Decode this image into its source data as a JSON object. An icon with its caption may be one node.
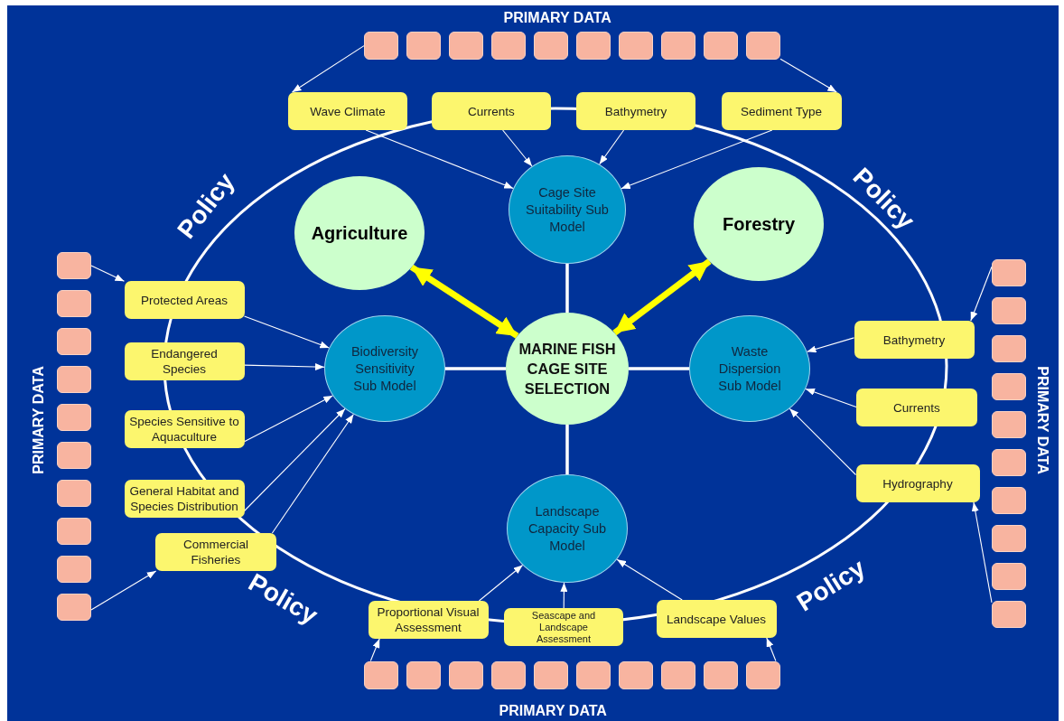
{
  "diagram": {
    "nodes": [
      {
        "text": [
          "MARINE FISH CAGE SITE SELECTION"
        ]
      },
      {
        "text": [
          "Cage Site Suitability Sub Model"
        ]
      },
      {
        "text": [
          "Agriculture"
        ]
      },
      {
        "text": [
          "Forestry"
        ]
      },
      {
        "text": [
          "Biodiversity Sensitivity Sub Model"
        ]
      },
      {
        "text": [
          "Waste Dispersion Sub Model"
        ]
      },
      {
        "text": [
          "Landscape Capacity Sub Model"
        ]
      },
      {
        "text": [
          "Wave Climate"
        ]
      },
      {
        "text": [
          "Currents"
        ]
      },
      {
        "text": [
          "Bathymetry"
        ]
      },
      {
        "text": [
          "Sediment Type"
        ]
      },
      {
        "text": [
          "Protected Areas"
        ]
      },
      {
        "text": [
          "Endangered Species"
        ]
      },
      {
        "text": [
          "Species Sensitive to Aquaculture"
        ]
      },
      {
        "text": [
          "General Habitat and Species Distribution"
        ]
      },
      {
        "text": [
          "Commercial Fisheries"
        ]
      },
      {
        "text": [
          "Proportional Visual Assessment"
        ]
      },
      {
        "text": [
          "Seascape and Landscape Assessment"
        ]
      },
      {
        "text": [
          "Landscape Values"
        ]
      },
      {
        "text": [
          "Bathymetry"
        ]
      },
      {
        "text": [
          "Currents"
        ]
      },
      {
        "text": [
          "Hydrography"
        ]
      },
      {
        "text": [],
        "shape": "box"
      },
      {
        "text": [],
        "shape": "box"
      },
      {
        "text": [],
        "shape": "box"
      },
      {
        "text": [],
        "shape": "box"
      },
      {
        "text": [],
        "shape": "box"
      },
      {
        "text": [],
        "shape": "box"
      },
      {
        "text": [],
        "shape": "box"
      },
      {
        "text": [],
        "shape": "box"
      },
      {
        "text": [],
        "shape": "box"
      },
      {
        "text": [],
        "shape": "box"
      },
      {
        "text": [],
        "shape": "box"
      },
      {
        "text": [],
        "shape": "box"
      },
      {
        "text": [],
        "shape": "box"
      },
      {
        "text": [],
        "shape": "box"
      },
      {
        "text": [],
        "shape": "box"
      },
      {
        "text": [],
        "shape": "box"
      },
      {
        "text": [],
        "shape": "box"
      },
      {
        "text": [],
        "shape": "box"
      },
      {
        "text": [],
        "shape": "box"
      },
      {
        "text": [],
        "shape": "box"
      },
      {
        "text": [],
        "shape": "box"
      },
      {
        "text": [],
        "shape": "box"
      },
      {
        "text": [],
        "shape": "box"
      },
      {
        "text": [],
        "shape": "box"
      },
      {
        "text": [],
        "shape": "box"
      },
      {
        "text": [],
        "shape": "box"
      },
      {
        "text": [],
        "shape": "box"
      },
      {
        "text": [],
        "shape": "box"
      },
      {
        "text": [],
        "shape": "box"
      },
      {
        "text": [],
        "shape": "box"
      },
      {
        "text": [],
        "shape": "box"
      },
      {
        "text": [],
        "shape": "box"
      },
      {
        "text": [],
        "shape": "box"
      },
      {
        "text": [],
        "shape": "box"
      },
      {
        "text": [],
        "shape": "box"
      },
      {
        "text": [],
        "shape": "box"
      },
      {
        "text": [],
        "shape": "box"
      },
      {
        "text": [],
        "shape": "box"
      },
      {
        "text": [],
        "shape": "box"
      },
      {
        "text": [],
        "shape": "box"
      }
    ],
    "edges": [
      {
        "from": 0,
        "to": 1,
        "arrow": "none",
        "style": "thick"
      },
      {
        "from": 0,
        "to": 4,
        "arrow": "none",
        "style": "thick"
      },
      {
        "from": 0,
        "to": 5,
        "arrow": "none",
        "style": "thick"
      },
      {
        "from": 0,
        "to": 6,
        "arrow": "none",
        "style": "thick"
      },
      {
        "from": 0,
        "to": 2,
        "arrow": "both",
        "style": "thick",
        "color": "#ffff00"
      },
      {
        "from": 0,
        "to": 3,
        "arrow": "both",
        "style": "thick",
        "color": "#ffff00"
      },
      {
        "from": 7,
        "to": 1,
        "arrow": "to"
      },
      {
        "from": 8,
        "to": 1,
        "arrow": "to"
      },
      {
        "from": 9,
        "to": 1,
        "arrow": "to"
      },
      {
        "from": 10,
        "to": 1,
        "arrow": "to"
      },
      {
        "from": 11,
        "to": 4,
        "arrow": "to"
      },
      {
        "from": 12,
        "to": 4,
        "arrow": "to"
      },
      {
        "from": 13,
        "to": 4,
        "arrow": "to"
      },
      {
        "from": 14,
        "to": 4,
        "arrow": "to"
      },
      {
        "from": 15,
        "to": 4,
        "arrow": "to"
      },
      {
        "from": 19,
        "to": 5,
        "arrow": "to"
      },
      {
        "from": 20,
        "to": 5,
        "arrow": "to"
      },
      {
        "from": 21,
        "to": 5,
        "arrow": "to"
      },
      {
        "from": 16,
        "to": 6,
        "arrow": "to"
      },
      {
        "from": 17,
        "to": 6,
        "arrow": "to"
      },
      {
        "from": 18,
        "to": 6,
        "arrow": "to"
      },
      {
        "from": 22,
        "to": 7,
        "arrow": "to"
      },
      {
        "from": 31,
        "to": 10,
        "arrow": "to"
      },
      {
        "from": 32,
        "to": 11,
        "arrow": "to"
      },
      {
        "from": 41,
        "to": 15,
        "arrow": "to"
      },
      {
        "from": 42,
        "to": 19,
        "arrow": "to"
      },
      {
        "from": 51,
        "to": 21,
        "arrow": "to"
      },
      {
        "from": 52,
        "to": 16,
        "arrow": "to"
      },
      {
        "from": 61,
        "to": 18,
        "arrow": "to"
      }
    ],
    "labels": [
      "PRIMARY DATA",
      "Policy",
      "Policy",
      "PRIMARY DATA",
      "PRIMARY DATA",
      "Policy",
      "Policy",
      "PRIMARY DATA"
    ]
  }
}
